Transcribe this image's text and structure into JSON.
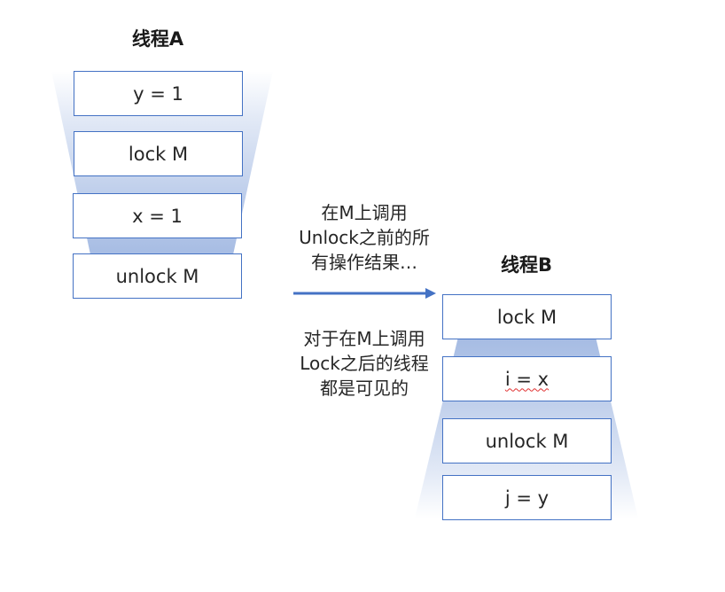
{
  "threadA": {
    "title": "线程A",
    "steps": [
      "y = 1",
      "lock M",
      "x = 1",
      "unlock M"
    ]
  },
  "threadB": {
    "title": "线程B",
    "steps": [
      "lock M",
      "i = x",
      "unlock M",
      "j = y"
    ]
  },
  "annotation": {
    "top_lines": [
      "在M上调用",
      "Unlock之前的所",
      "有操作结果…"
    ],
    "bottom_lines": [
      "对于在M上调用",
      "Lock之后的线程",
      "都是可见的"
    ]
  },
  "colors": {
    "box_border": "#4472c4",
    "arrow": "#4472c4",
    "funnel": "#aec2e6"
  },
  "icons": {
    "arrow": "right-arrow-icon"
  }
}
